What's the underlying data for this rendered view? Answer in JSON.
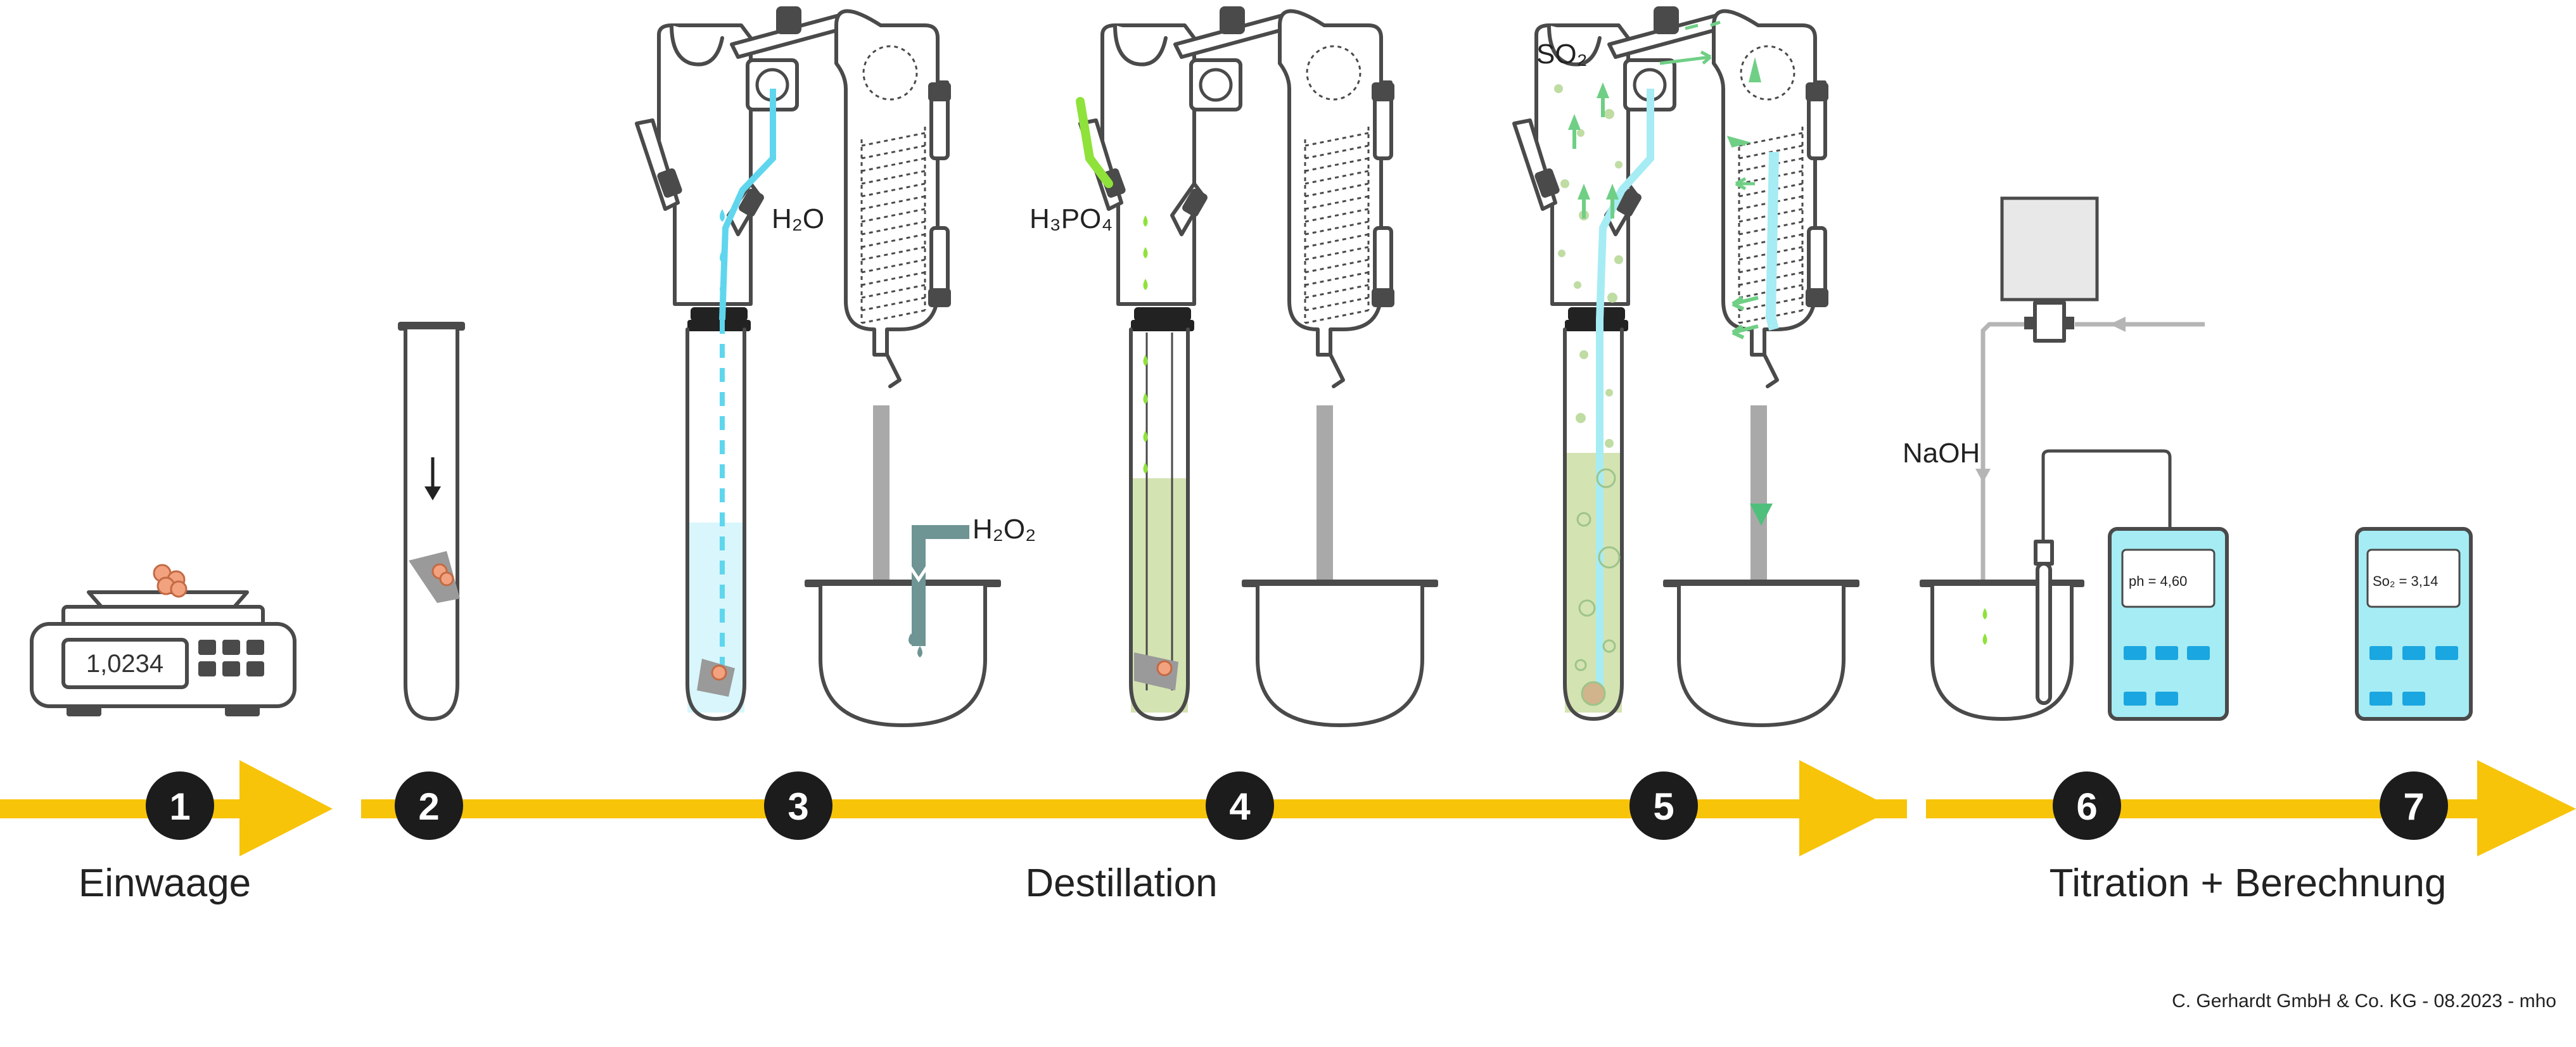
{
  "colors": {
    "arrow_yellow": "#f7c40a",
    "outline": "#4a4a4a",
    "water": "#5fd6ee",
    "water_light": "#d8f6fb",
    "acid_light": "#d4e3b2",
    "green_liquid": "#8ee0a9",
    "grey_liquid": "#6e9494",
    "so2_green": "#6fcf85",
    "lime": "#8ee23a",
    "meter_cyan": "#a6ecf4",
    "meter_button": "#1aa6e0"
  },
  "steps": [
    {
      "number": "1"
    },
    {
      "number": "2"
    },
    {
      "number": "3"
    },
    {
      "number": "4"
    },
    {
      "number": "5"
    },
    {
      "number": "6"
    },
    {
      "number": "7"
    }
  ],
  "phases": {
    "weighing": "Einwaage",
    "distillation": "Destillation",
    "titration": "Titration + Berechnung"
  },
  "labels": {
    "scale_display": "1,0234",
    "water": "H₂O",
    "peroxide": "H₂O₂",
    "phosphoric_acid": "H₃PO₄",
    "sulfur_dioxide": "SO₂",
    "sodium_hydroxide": "NaOH",
    "ph_display": "ph = 4,60",
    "result_display": "So₂ = 3,14"
  },
  "icons": {
    "arrows": "flow-arrow-icon",
    "scale": "scale-icon",
    "test_tube": "test-tube-icon",
    "distillation_unit": "distillation-unit-icon",
    "ph_meter": "ph-meter-icon"
  },
  "footer": {
    "credit": "C. Gerhardt GmbH & Co. KG - 08.2023 - mho"
  }
}
